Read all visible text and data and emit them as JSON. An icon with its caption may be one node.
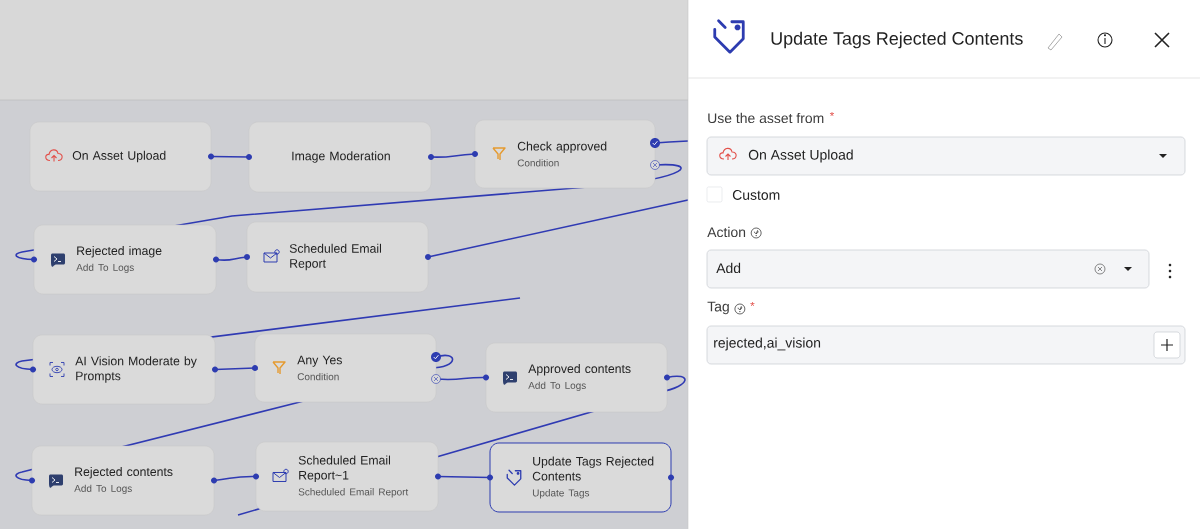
{
  "diagram": {
    "nodes": [
      {
        "text": [
          "On Asset Upload"
        ]
      },
      {
        "text": [
          "Image Moderation"
        ]
      },
      {
        "text": [
          "Check approved",
          "Condition"
        ]
      },
      {
        "text": [
          "Rejected image",
          "Add To Logs"
        ]
      },
      {
        "text": [
          "Scheduled Email Report"
        ]
      },
      {
        "text": [
          "AI Vision Moderate by Prompts"
        ]
      },
      {
        "text": [
          "Any Yes",
          "Condition"
        ]
      },
      {
        "text": [
          "Approved contents",
          "Add To Logs"
        ]
      },
      {
        "text": [
          "Rejected contents",
          "Add To Logs"
        ]
      },
      {
        "text": [
          "Scheduled Email Report~1",
          "Scheduled Email Report"
        ]
      },
      {
        "text": [
          "Update Tags Rejected Contents",
          "Update Tags"
        ]
      }
    ],
    "edges": [
      {
        "from": 0,
        "to": 1,
        "arrow": "none"
      },
      {
        "from": 1,
        "to": 2,
        "arrow": "none"
      },
      {
        "from": 2,
        "to": 3,
        "arrow": "none"
      },
      {
        "from": 3,
        "to": 4,
        "arrow": "none"
      },
      {
        "from": 4,
        "to": null,
        "arrow": "none"
      },
      {
        "from": 2,
        "to": null,
        "arrow": "none"
      },
      {
        "from": null,
        "to": 5,
        "arrow": "none"
      },
      {
        "from": 5,
        "to": 6,
        "arrow": "none"
      },
      {
        "from": 6,
        "to": 7,
        "arrow": "none"
      },
      {
        "from": 6,
        "to": 8,
        "arrow": "none"
      },
      {
        "from": 8,
        "to": 9,
        "arrow": "none"
      },
      {
        "from": 9,
        "to": 10,
        "arrow": "none"
      },
      {
        "from": 7,
        "to": null,
        "arrow": "none"
      }
    ],
    "labels": [
      "Update Tags Rejected Contents",
      "Use the asset from",
      "*",
      "On Asset Upload",
      "Custom",
      "Action",
      "Add",
      "Tag",
      "*",
      "rejected,ai_vision"
    ]
  }
}
